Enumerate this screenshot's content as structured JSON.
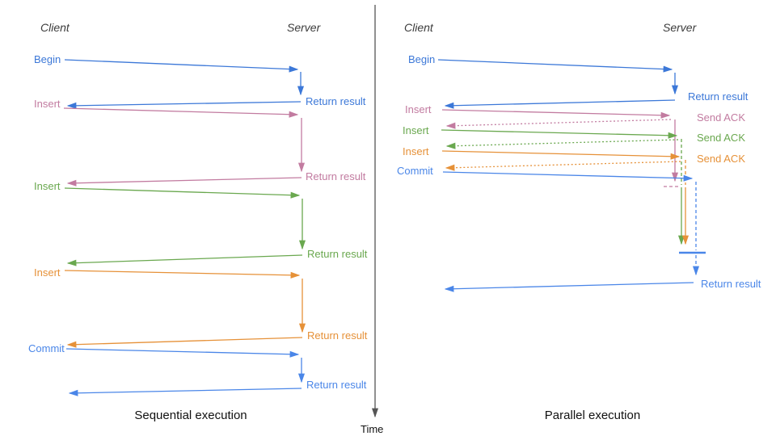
{
  "colors": {
    "blue": "#3c78d8",
    "blue2": "#4a86e8",
    "pink": "#c27ba0",
    "green": "#6aa84f",
    "orange": "#e69138",
    "axis": "#555555"
  },
  "timeline": {
    "label": "Time"
  },
  "sequential": {
    "title": "Sequential execution",
    "client_header": "Client",
    "server_header": "Server",
    "steps": [
      {
        "request": "Begin",
        "response": "Return result"
      },
      {
        "request": "Insert",
        "response": "Return result"
      },
      {
        "request": "Insert",
        "response": "Return result"
      },
      {
        "request": "Insert",
        "response": "Return result"
      },
      {
        "request": "Commit",
        "response": "Return result"
      }
    ]
  },
  "parallel": {
    "title": "Parallel execution",
    "client_header": "Client",
    "server_header": "Server",
    "steps": [
      {
        "request": "Begin",
        "response": "Return result"
      },
      {
        "request": "Insert",
        "response": "Send ACK"
      },
      {
        "request": "Insert",
        "response": "Send ACK"
      },
      {
        "request": "Insert",
        "response": "Send ACK"
      },
      {
        "request": "Commit",
        "response": "Return result"
      }
    ]
  }
}
